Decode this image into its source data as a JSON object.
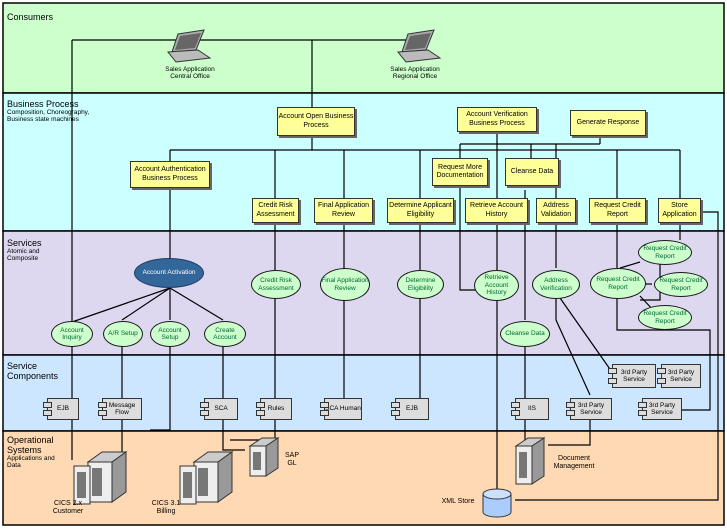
{
  "layers": {
    "consumers": {
      "title": "Consumers"
    },
    "business": {
      "title": "Business Process",
      "subtitle": "Composition, Choreography, Business state machines"
    },
    "services": {
      "title": "Services",
      "subtitle": "Atomic and Composite"
    },
    "components": {
      "title": "Service Components"
    },
    "operational": {
      "title": "Operational Systems",
      "subtitle": "Applications and Data"
    }
  },
  "consumers": [
    {
      "line1": "Sales Application",
      "line2": "Central Office"
    },
    {
      "line1": "Sales Application",
      "line2": "Regional Office"
    }
  ],
  "processes": {
    "account_open": "Account Open Business Process",
    "account_verification": "Account Verification Business Process",
    "generate_response": "Generate Response",
    "account_auth": "Account Authentication Business Process",
    "request_more_doc": "Request More Documentation",
    "cleanse_data": "Cleanse Data",
    "credit_risk": "Credit Risk Assessment",
    "final_app_review": "Final Application Review",
    "determine_elig": "Determine Applicant Eligibility",
    "retrieve_history": "Retrieve Account History",
    "address_validation": "Address Validation",
    "request_credit": "Request Credit Report",
    "store_application": "Store Application"
  },
  "services": {
    "account_activation": "Account Activation",
    "credit_risk": "Credit Risk Assessment",
    "final_app_review": "Final Application Review",
    "determine_elig": "Determine Eligibility",
    "retrieve_history": "Retrieve Account History",
    "address_verification": "Address Verification",
    "request_credit_main": "Request Credit Report",
    "request_credit_1": "Request Credit Report",
    "request_credit_2": "Request Credit Report",
    "request_credit_3": "Request Credit Report",
    "account_inquiry": "Account Inquiry",
    "ar_setup": "A/R Setup",
    "account_setup": "Account Setup",
    "create_account": "Create Account",
    "cleanse_data": "Cleanse Data"
  },
  "components": {
    "ejb1": "EJB",
    "message_flow": "Message Flow",
    "sca1": "SCA",
    "rules": "Rules",
    "sca_human": "SCA Human",
    "ejb2": "EJB",
    "iis": "IIS",
    "third_party_1": "3rd Party Service",
    "third_party_2": "3rd Party Service",
    "third_party_3": "3rd Party Service",
    "third_party_4": "3rd Party Service"
  },
  "systems": {
    "cics2": {
      "line1": "CICS 2.x",
      "line2": "Customer"
    },
    "cics3": {
      "line1": "CICS 3.1",
      "line2": "Billing"
    },
    "sap": {
      "line1": "SAP",
      "line2": "GL"
    },
    "doc_mgmt": {
      "line1": "Document",
      "line2": "Management"
    },
    "xml_store": "XML Store"
  }
}
